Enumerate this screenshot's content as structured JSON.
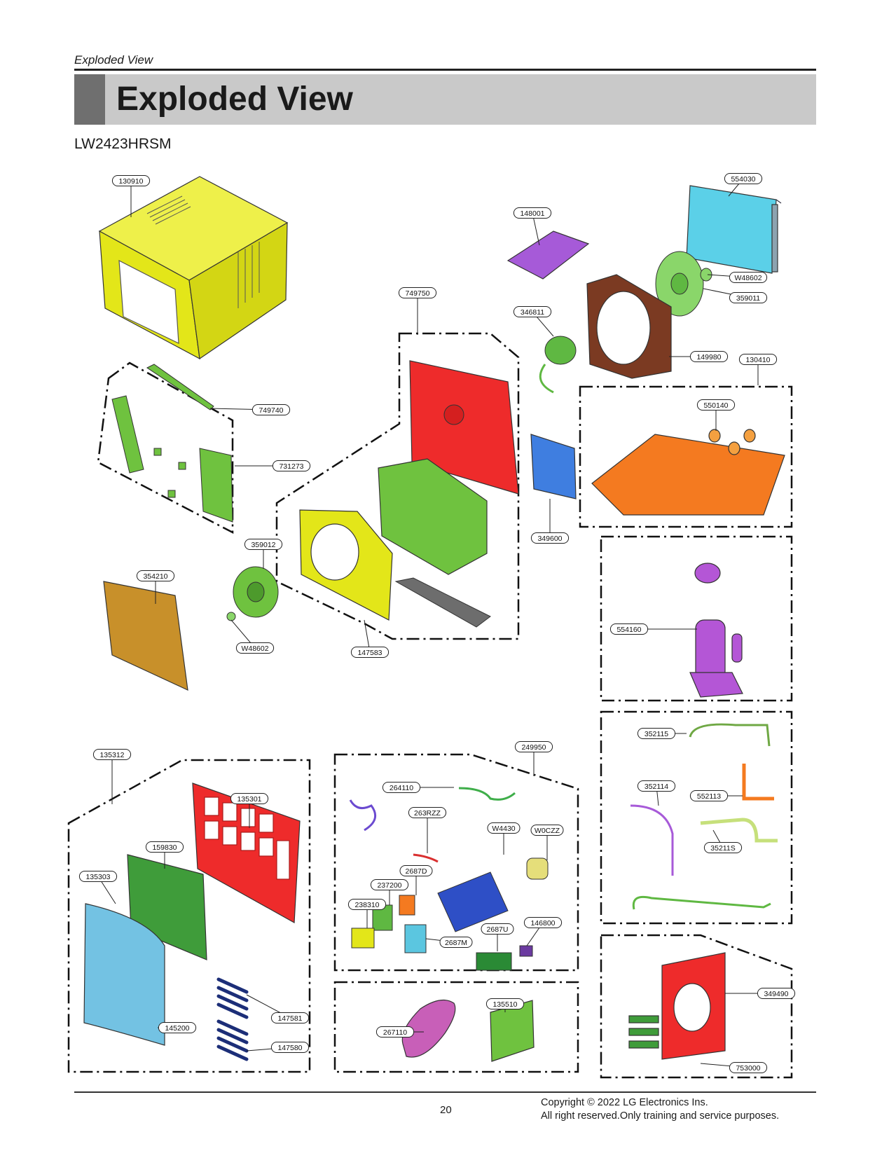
{
  "header": {
    "running_head": "Exploded View",
    "title": "Exploded View",
    "model": "LW2423HRSM"
  },
  "callouts": {
    "c130910": "130910",
    "c554030": "554030",
    "c148001": "148001",
    "c749750": "749750",
    "c346811": "346811",
    "cW48602a": "W48602",
    "c359011": "359011",
    "c149980": "149980",
    "c130410": "130410",
    "c749740": "749740",
    "c731273": "731273",
    "c550140": "550140",
    "c349600": "349600",
    "c359012": "359012",
    "c354210": "354210",
    "cW48602b": "W48602",
    "c147583": "147583",
    "c554160": "554160",
    "c352115": "352115",
    "c249950": "249950",
    "c135312": "135312",
    "c135301": "135301",
    "c264110": "264110",
    "c263RZZ": "263RZZ",
    "c352114": "352114",
    "c552113": "552113",
    "cW4430": "W4430",
    "cW0CZZ": "W0CZZ",
    "c159830": "159830",
    "c35211S": "35211S",
    "c135303": "135303",
    "c2687D": "2687D",
    "c237200": "237200",
    "c238310": "238310",
    "c2687U": "2687U",
    "c146800": "146800",
    "c2687M": "2687M",
    "c135510": "135510",
    "c349490": "349490",
    "c147581": "147581",
    "c145200": "145200",
    "c267110": "267110",
    "c147580": "147580",
    "c753000": "753000"
  },
  "footer": {
    "page_number": "20",
    "copyright_line1": "Copyright © 2022 LG Electronics Ins.",
    "copyright_line2": "All right reserved.Only training and service purposes."
  },
  "colors": {
    "cabinet_yellow": "#e3e619",
    "orange_base": "#f47a20",
    "red": "#ee2b2b",
    "green": "#6fc23f",
    "purple": "#a65ad8",
    "blue_grille": "#73c2e3",
    "brown": "#7b3a22",
    "cyan_coil": "#5bd0e8",
    "navy": "#3359c4"
  }
}
